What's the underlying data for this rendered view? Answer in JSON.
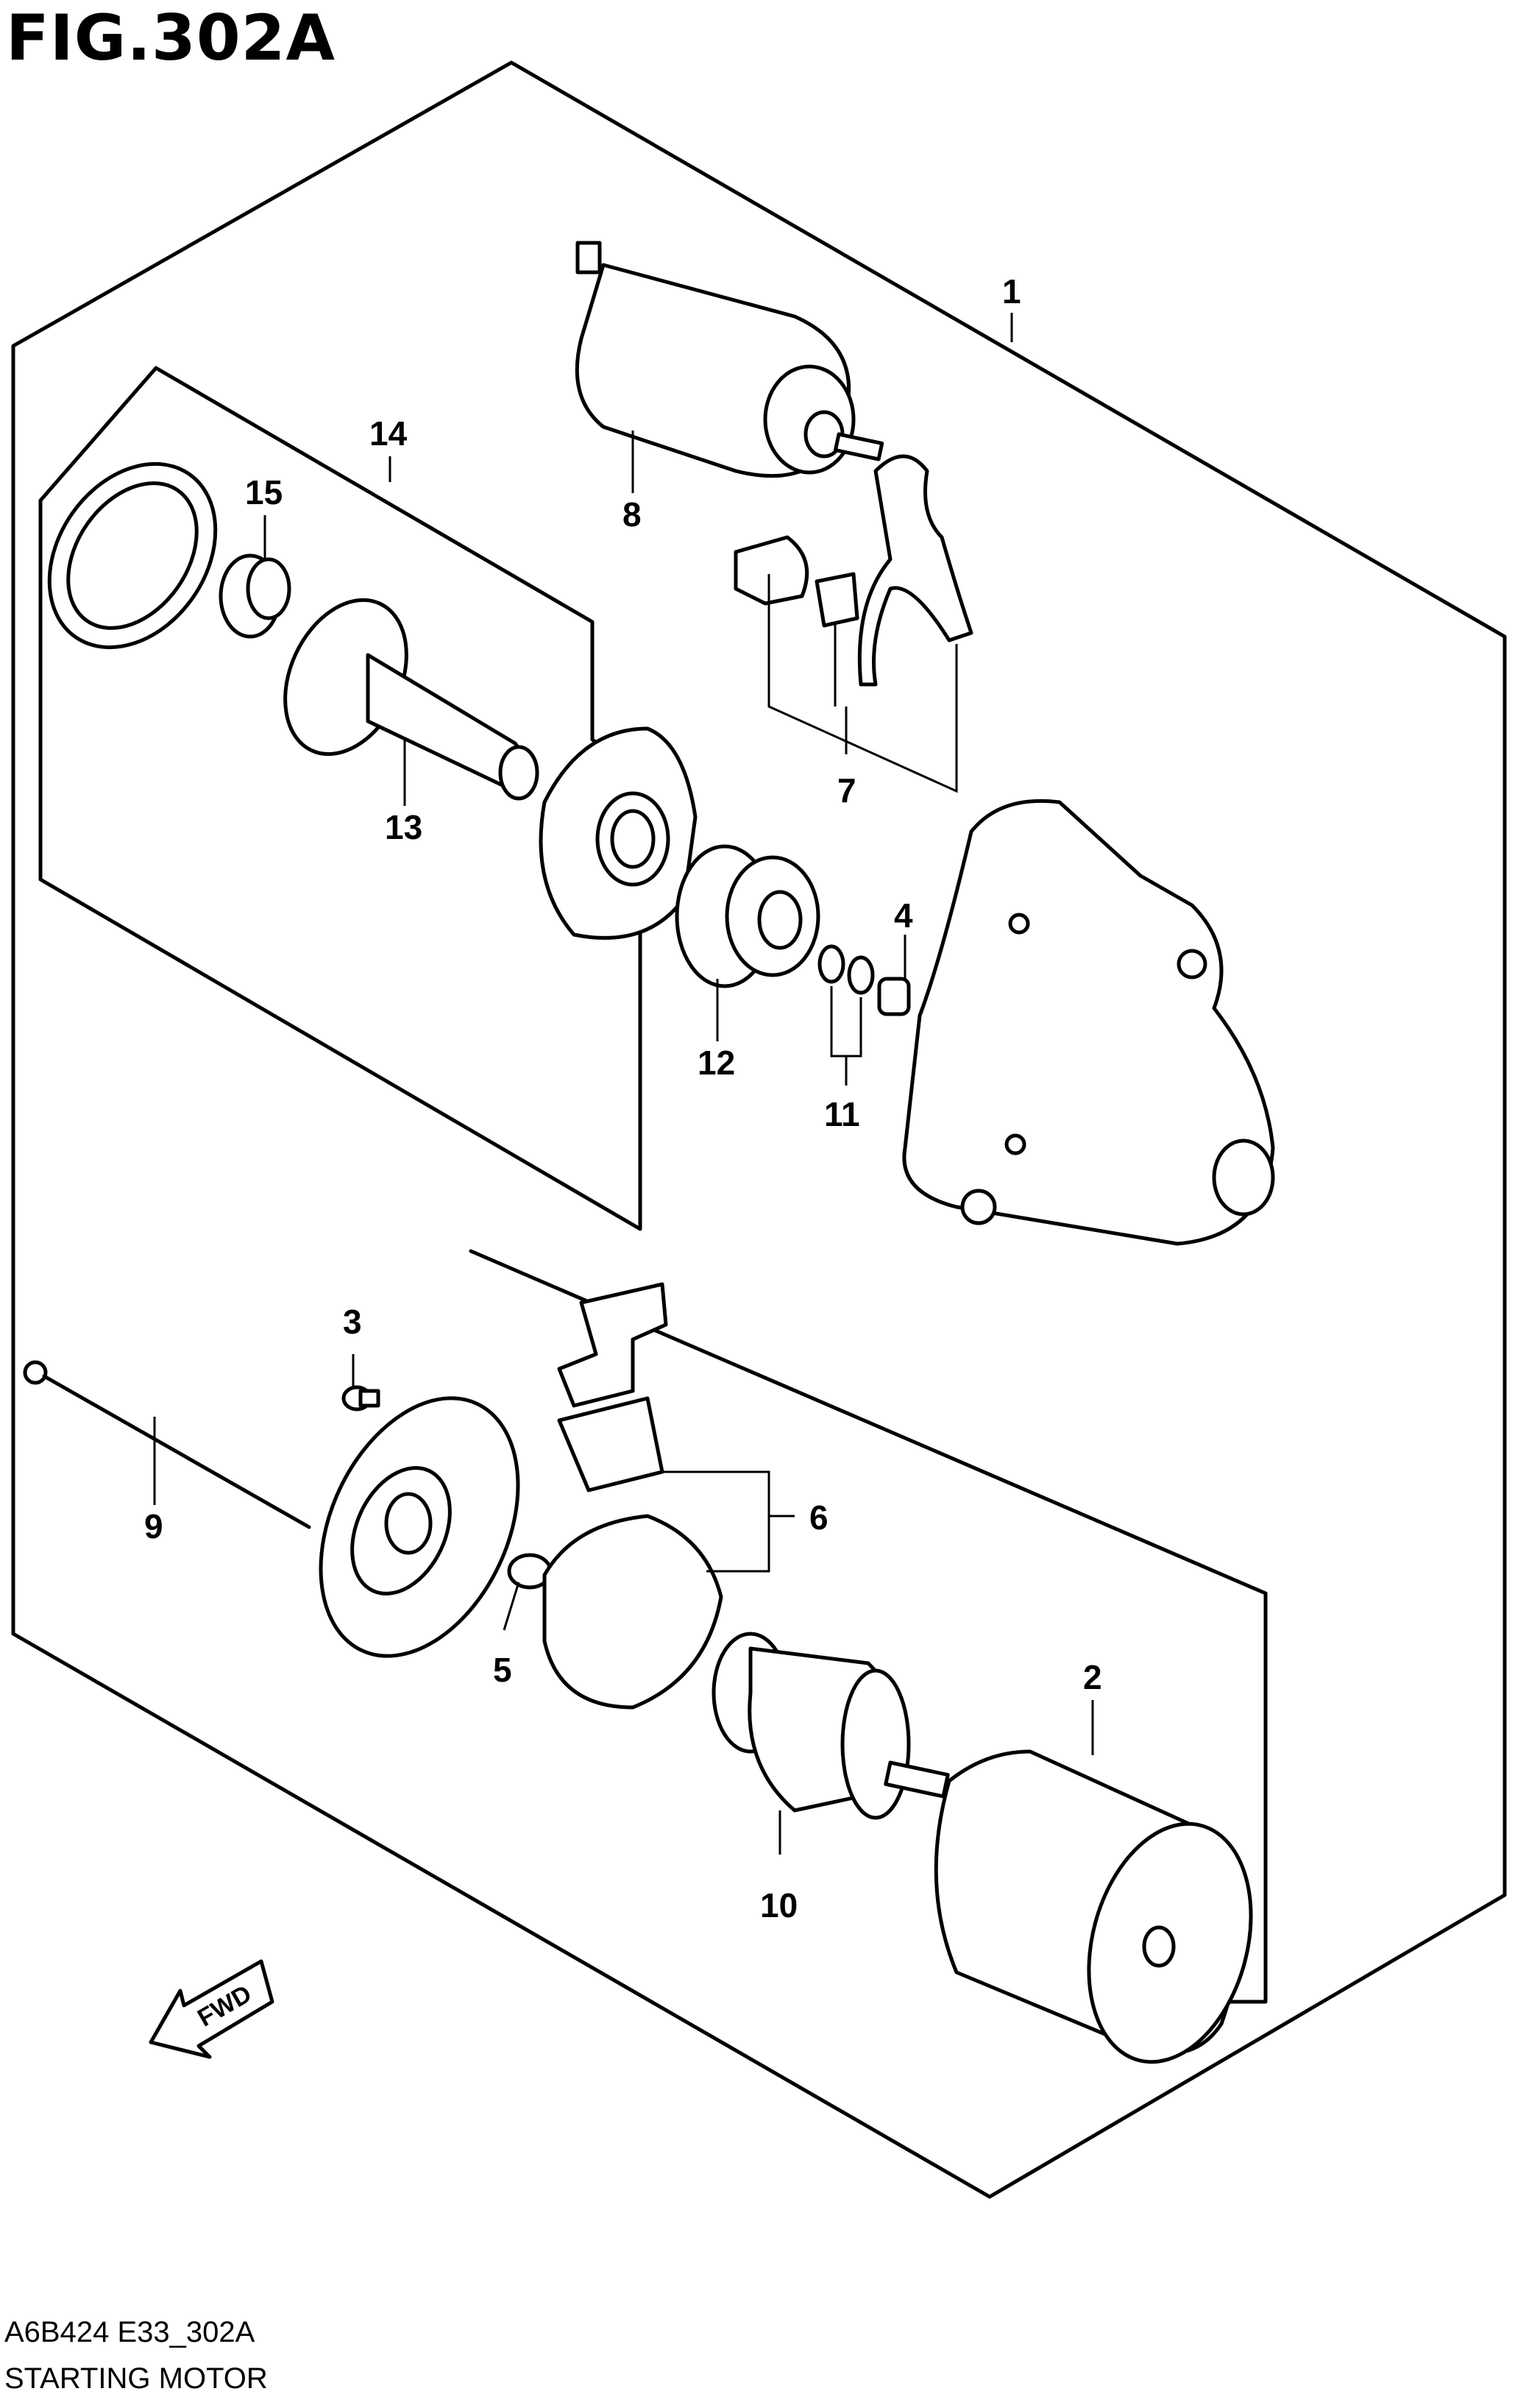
{
  "figure": {
    "title": "FIG.302A",
    "code": "A6B424 E33_302A",
    "name": "STARTING MOTOR",
    "direction_label": "FWD"
  },
  "callouts": [
    "1",
    "2",
    "3",
    "4",
    "5",
    "6",
    "7",
    "8",
    "9",
    "10",
    "11",
    "12",
    "13",
    "14",
    "15"
  ]
}
